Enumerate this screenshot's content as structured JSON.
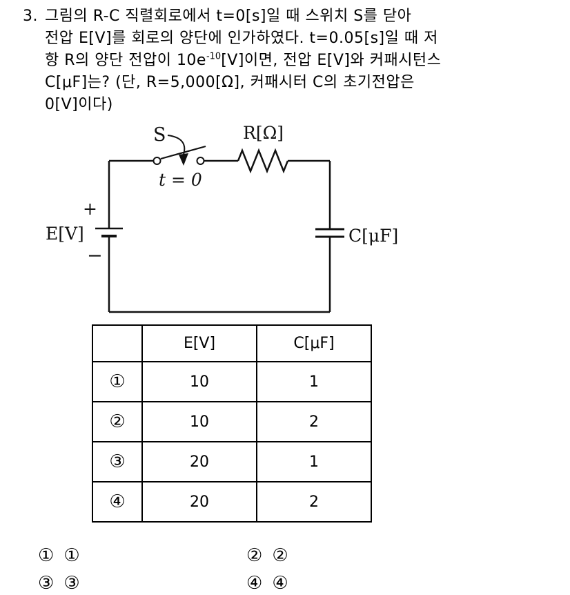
{
  "question": {
    "number": "3.",
    "line1": "그림의 R-C 직렬회로에서 t=0[s]일 때 스위치 S를 닫아",
    "line2": "전압 E[V]를 회로의 양단에 인가하였다. t=0.05[s]일 때 저",
    "line3_pre": "항 R의 양단 전압이 10e",
    "line3_sup": "-10",
    "line3_post": "[V]이면, 전압 E[V]와 커패시턴스",
    "line4": "C[μF]는? (단, R=5,000[Ω], 커패시터 C의 초기전압은",
    "line5": "0[V]이다)"
  },
  "circuit": {
    "switch_label": "S",
    "time_label": "t = 0",
    "resistor_label": "R[Ω]",
    "source_label": "E[V]",
    "source_plus": "+",
    "source_minus": "−",
    "capacitor_label": "C[μF]"
  },
  "table": {
    "col_headers": [
      "E[V]",
      "C[μF]"
    ],
    "rows": [
      {
        "no": "①",
        "e": "10",
        "c": "1"
      },
      {
        "no": "②",
        "e": "10",
        "c": "2"
      },
      {
        "no": "③",
        "e": "20",
        "c": "1"
      },
      {
        "no": "④",
        "e": "20",
        "c": "2"
      }
    ]
  },
  "choices": [
    {
      "marker": "①",
      "label": "①"
    },
    {
      "marker": "②",
      "label": "②"
    },
    {
      "marker": "③",
      "label": "③"
    },
    {
      "marker": "④",
      "label": "④"
    }
  ]
}
